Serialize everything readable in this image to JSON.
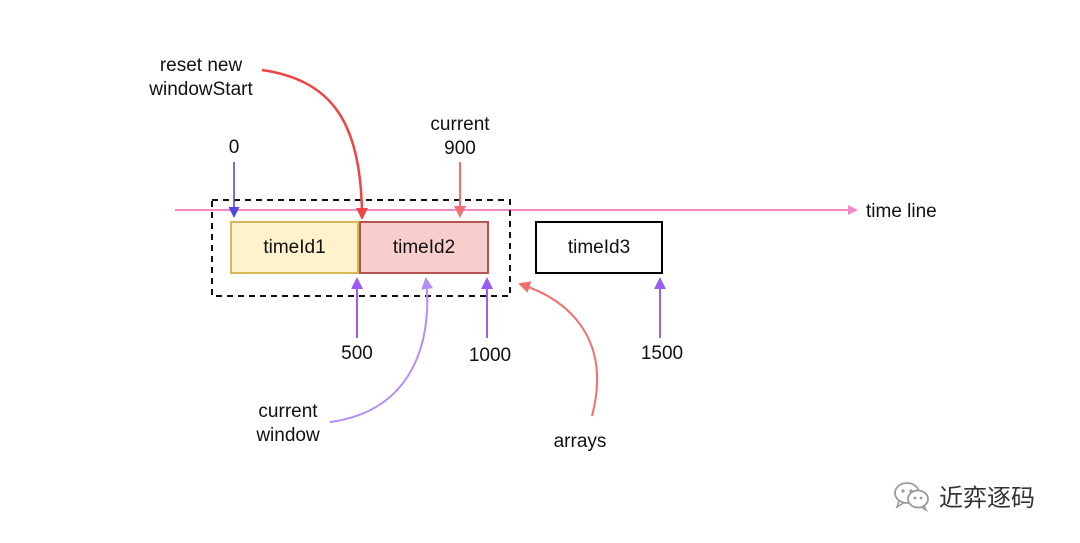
{
  "labels": {
    "reset_line1": "reset new",
    "reset_line2": "windowStart",
    "zero": "0",
    "current_line1": "current",
    "current_line2": "900",
    "timeline": "time line",
    "tick_500": "500",
    "tick_1000": "1000",
    "tick_1500": "1500",
    "current_window_line1": "current",
    "current_window_line2": "window",
    "arrays": "arrays"
  },
  "boxes": [
    {
      "label": "timeId1",
      "fill": "#fff2cc",
      "stroke": "#d6b656"
    },
    {
      "label": "timeId2",
      "fill": "#f8cecc",
      "stroke": "#b85450"
    },
    {
      "label": "timeId3",
      "fill": "#ffffff",
      "stroke": "#000000"
    }
  ],
  "colors": {
    "timeline": "#f08ac8",
    "red_arrow": "#ef4444",
    "salmon_arrow": "#f07070",
    "blue_arrow": "#4f46e5",
    "purple_arrow": "#9b5cf6",
    "lavender_arrow": "#b58cf5"
  },
  "watermark": {
    "text": "近弈逐码",
    "icon": "wechat-icon"
  }
}
